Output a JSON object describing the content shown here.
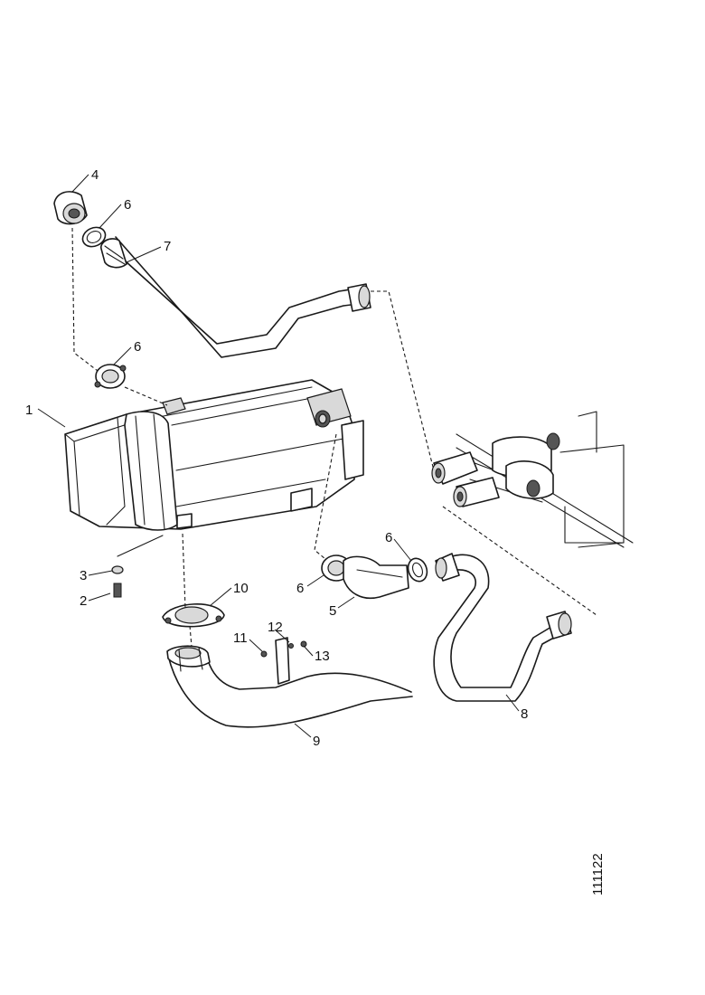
{
  "callouts": {
    "c1": "1",
    "c2": "2",
    "c3": "3",
    "c4": "4",
    "c5": "5",
    "c6a": "6",
    "c6b": "6",
    "c6c": "6",
    "c6d": "6",
    "c7": "7",
    "c8": "8",
    "c9": "9",
    "c10": "10",
    "c11": "11",
    "c12": "12",
    "c13": "13"
  },
  "figure_ref": "111122"
}
